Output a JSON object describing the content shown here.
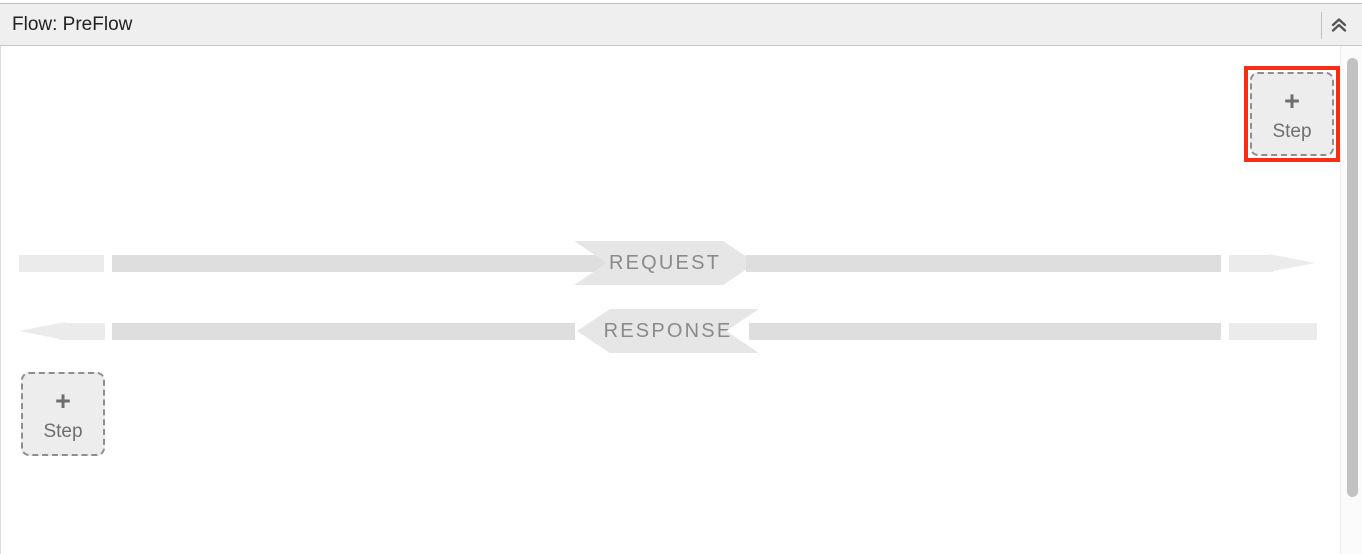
{
  "header": {
    "title": "Flow: PreFlow",
    "collapse_icon": "double-chevron-up-icon"
  },
  "canvas": {
    "flows": [
      {
        "id": "request",
        "label": "REQUEST",
        "direction": "right",
        "arrow_icon": "arrow-right-icon"
      },
      {
        "id": "response",
        "label": "RESPONSE",
        "direction": "left",
        "arrow_icon": "arrow-left-icon"
      }
    ],
    "step_buttons": [
      {
        "id": "request-add-step",
        "plus": "+",
        "label": "Step",
        "highlighted": true
      },
      {
        "id": "response-add-step",
        "plus": "+",
        "label": "Step",
        "highlighted": false
      }
    ]
  },
  "colors": {
    "highlight": "#f92d13",
    "header_bg": "#efefef",
    "flow_light": "#ebebeb",
    "flow_dark": "#dedede",
    "banner_bg": "#e6e6e6",
    "label_text": "#8a8a8a",
    "step_text": "#6f6f6f",
    "scroll_thumb": "#c2c2c2"
  }
}
